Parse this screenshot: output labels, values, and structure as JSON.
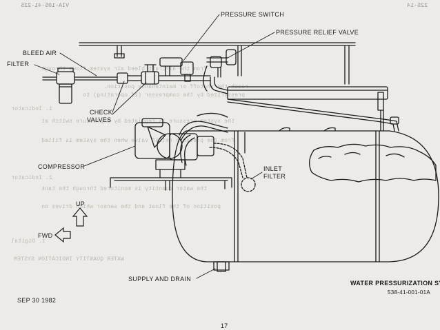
{
  "header": {
    "left_code": "VIA-105-41-225",
    "right_code": "225-14"
  },
  "labels": {
    "pressure_switch": "PRESSURE SWITCH",
    "pressure_relief_valve": "PRESSURE RELIEF VALVE",
    "bleed_air": "BLEED AIR",
    "filter": "FILTER",
    "check_valves_line1": "CHECK",
    "check_valves_line2": "VALVES",
    "compressor": "COMPRESSOR",
    "inlet_filter_line1": "INLET",
    "inlet_filter_line2": "FILTER",
    "up": "UP",
    "fwd": "FWD",
    "supply_and_drain": "SUPPLY AND DRAIN"
  },
  "caption": {
    "title": "WATER PRESSURIZATION SY",
    "figure_code": "538-41-001-01A"
  },
  "footer": {
    "date": "SEP 30 1982",
    "page_number": "17"
  },
  "bleed_through_text": [
    "from the aircraft bleed air system flows through",
    "reach the shutoff or maintenance position.",
    "pressurized by the compressor (if operating) to",
    "1. Indicator",
    "the system pressure is regulated by a pressure switch at",
    "from the pressure relief valve when the system is filled",
    "2. Indicator",
    "the water quantity is monitored through the tank",
    "position of the float and the sensor which drives an",
    "1. Digital",
    "WATER QUANTITY INDICATION SYSTEM"
  ],
  "colors": {
    "paper": "#ecebe7",
    "ink": "#1a1a1a",
    "bleed_through": "#b9b9b5"
  }
}
